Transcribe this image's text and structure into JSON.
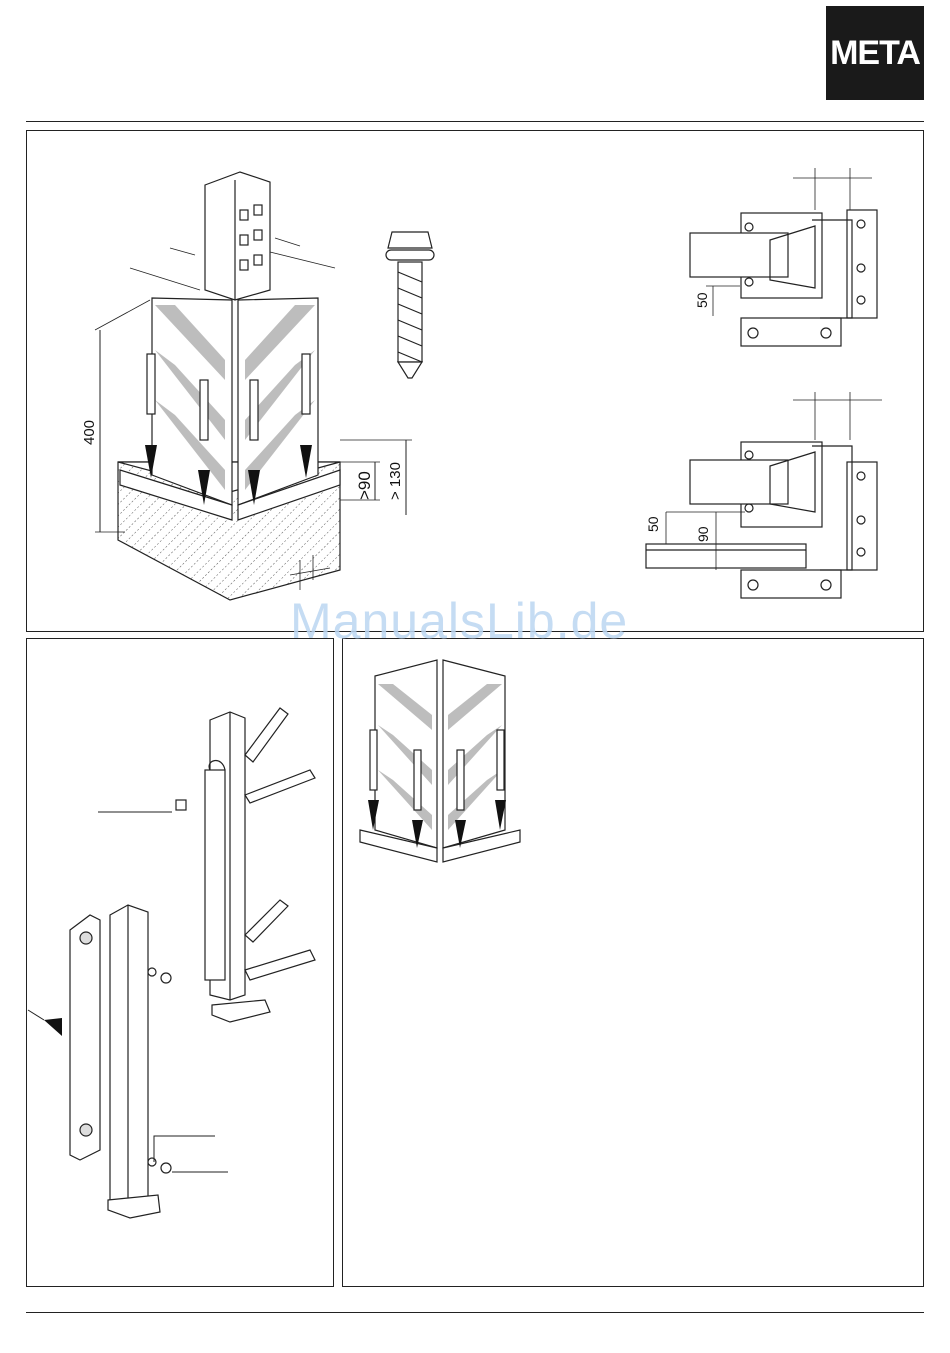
{
  "brand": {
    "logo_text": "META"
  },
  "watermark": {
    "text": "ManualsLib.de"
  },
  "figure_top": {
    "dim_height": "400",
    "dim_gap_min": ">90",
    "dim_gap_total": "> 130"
  },
  "detail_upper": {
    "dim_offset": "50"
  },
  "detail_lower": {
    "dim_offset": "50",
    "dim_gap": "90"
  }
}
